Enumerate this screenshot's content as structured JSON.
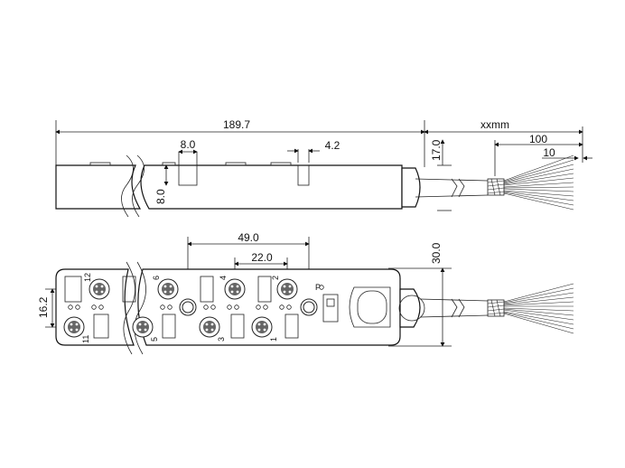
{
  "dimensions": {
    "total_length": "189.7",
    "cable_length": "xxmm",
    "strip_length": "100",
    "wire_end": "10",
    "slot_width": "8.0",
    "slot_offset": "4.2",
    "height_side": "17.0",
    "depth": "8.0",
    "hole_pitch": "49.0",
    "port_pitch": "22.0",
    "body_width": "30.0",
    "row_pitch": "16.2"
  },
  "port_labels": {
    "top": [
      "12",
      "6",
      "4",
      "2"
    ],
    "bottom": [
      "11",
      "5",
      "3",
      "1"
    ]
  },
  "indicator_label": "P"
}
